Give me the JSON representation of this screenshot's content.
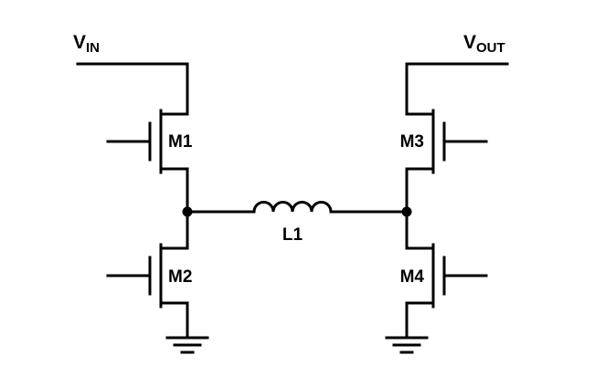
{
  "diagram": {
    "type": "circuit-schematic",
    "description": "Four-switch buck-boost power stage with inductor between switch nodes",
    "colors": {
      "line": "#000000",
      "background": "#ffffff"
    },
    "labels": {
      "vin": {
        "base": "V",
        "sub": "IN"
      },
      "vout": {
        "base": "V",
        "sub": "OUT"
      },
      "m1": "M1",
      "m2": "M2",
      "m3": "M3",
      "m4": "M4",
      "l1": "L1"
    },
    "components": [
      {
        "id": "M1",
        "kind": "mosfet"
      },
      {
        "id": "M2",
        "kind": "mosfet"
      },
      {
        "id": "M3",
        "kind": "mosfet"
      },
      {
        "id": "M4",
        "kind": "mosfet"
      },
      {
        "id": "L1",
        "kind": "inductor"
      }
    ]
  }
}
